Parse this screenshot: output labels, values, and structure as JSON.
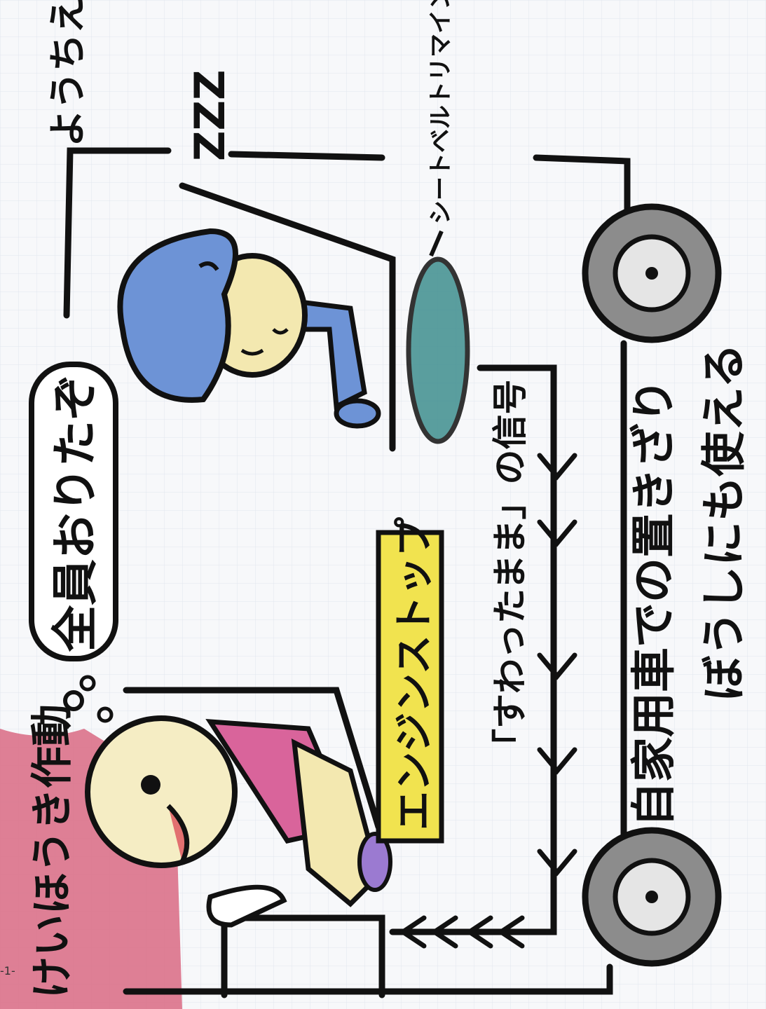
{
  "labels": {
    "alarm": "けいほうき作動",
    "everyone_off": "全員おりたぞ",
    "kindergarten_bus": "ようちえんバス",
    "zzz": "ZZZ",
    "sensor": "シートベルトリマインダーのシートセンサー",
    "engine_stop": "エンジンストップ",
    "sitting_signal": "「すわったまま」の信号",
    "private_car": "自家用車での置きざり",
    "prevention": "ぼうしにも使える"
  },
  "page_number": "-1-",
  "colors": {
    "ink": "#111111",
    "alarm_red": "#d96a82",
    "engine_yellow": "#f1e34f",
    "child_blue": "#6d93d6",
    "sensor_teal": "#3f8f8f",
    "shirt_pink": "#d9649b",
    "skin": "#f3e8b0",
    "tire_gray": "#8c8c8c"
  }
}
